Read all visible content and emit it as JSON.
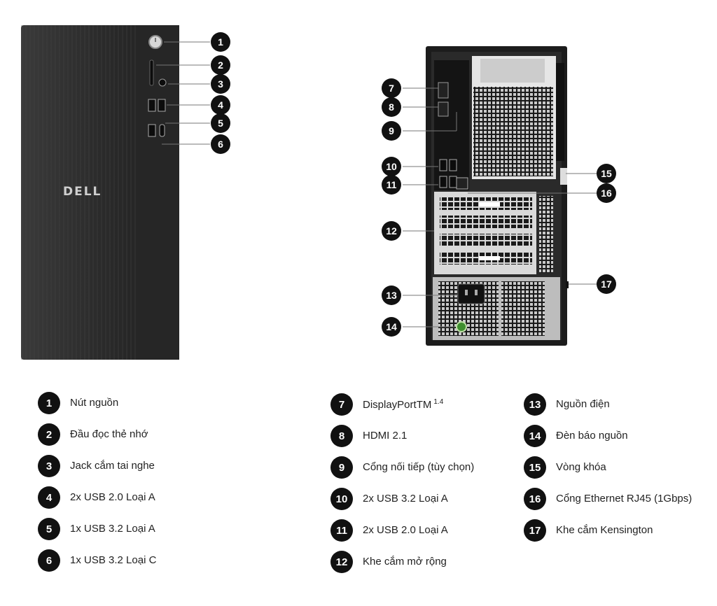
{
  "brand": "DELL",
  "callouts": [
    "1",
    "2",
    "3",
    "4",
    "5",
    "6",
    "7",
    "8",
    "9",
    "10",
    "11",
    "12",
    "13",
    "14",
    "15",
    "16",
    "17"
  ],
  "legend": [
    {
      "num": "1",
      "label": "Nút nguồn"
    },
    {
      "num": "2",
      "label": "Đầu đọc thẻ nhớ"
    },
    {
      "num": "3",
      "label": "Jack cắm tai nghe"
    },
    {
      "num": "4",
      "label": "2x USB 2.0 Loại A"
    },
    {
      "num": "5",
      "label": "1x USB 3.2 Loại A"
    },
    {
      "num": "6",
      "label": "1x USB 3.2 Loại C"
    },
    {
      "num": "7",
      "label": "DisplayPortTM",
      "sup": "1.4"
    },
    {
      "num": "8",
      "label": "HDMI 2.1"
    },
    {
      "num": "9",
      "label": "Cổng nối tiếp (tùy chọn)"
    },
    {
      "num": "10",
      "label": "2x USB 3.2 Loại A"
    },
    {
      "num": "11",
      "label": "2x USB 2.0 Loại A"
    },
    {
      "num": "12",
      "label": "Khe cắm mở rộng"
    },
    {
      "num": "13",
      "label": "Nguồn điện"
    },
    {
      "num": "14",
      "label": "Đèn báo nguồn"
    },
    {
      "num": "15",
      "label": "Vòng khóa"
    },
    {
      "num": "16",
      "label": "Cổng Ethernet RJ45 (1Gbps)"
    },
    {
      "num": "17",
      "label": "Khe cắm Kensington"
    }
  ]
}
